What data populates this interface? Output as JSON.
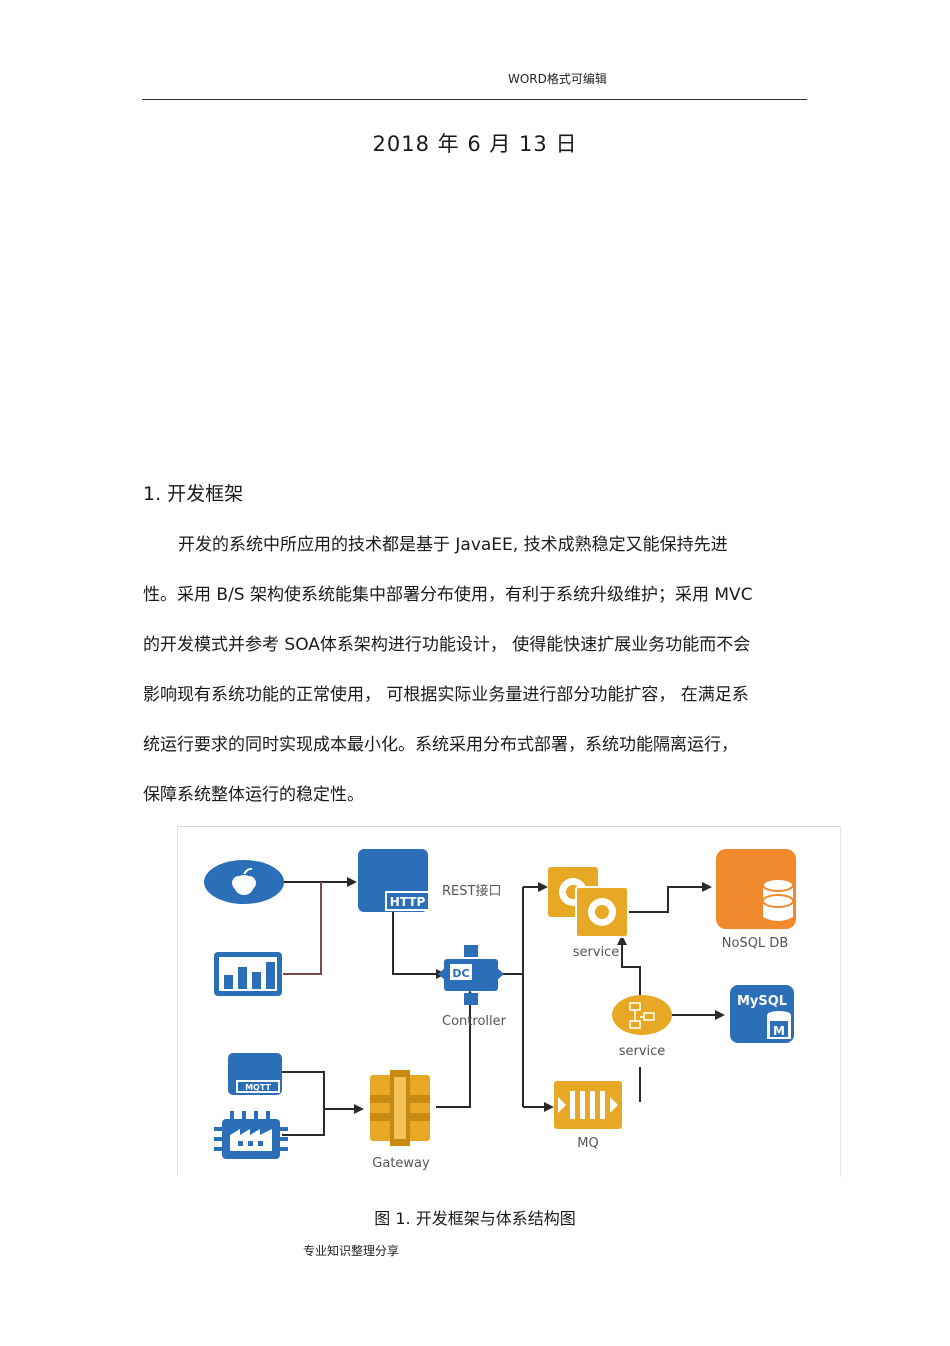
{
  "header": {
    "note": "WORD格式可编辑"
  },
  "title": {
    "date": "2018 年 6 月 13 日"
  },
  "section": {
    "heading": "1.  开发框架",
    "paragraph_lines": [
      "开发的系统中所应用的技术都是基于      JavaEE,  技术成熟稳定又能保持先进",
      "性。采用  B/S 架构使系统能集中部署分布使用，有利于系统升级维护；采用       MVC",
      "的开发模式并参考    SOA体系架构进行功能设计，  使得能快速扩展业务功能而不会",
      "影响现有系统功能的正常使用，    可根据实际业务量进行部分功能扩容，     在满足系",
      "统运行要求的同时实现成本最小化。系统采用分布式部署，系统功能隔离运行，",
      "保障系统整体运行的稳定性。"
    ]
  },
  "figure": {
    "labels": {
      "http": "HTTP",
      "rest": "REST接口",
      "dc": "DC",
      "controller": "Controller",
      "mqtt": "MQTT",
      "gateway": "Gateway",
      "service_top": "service",
      "service_mid": "service",
      "mq": "MQ",
      "nosql": "NoSQL DB",
      "mysql": "MySQL",
      "mysql_m": "M"
    },
    "colors": {
      "blue": "#2b6fb8",
      "orange": "#f08a2c",
      "gold": "#e6a825",
      "arrow": "#2a2a2a"
    }
  },
  "caption": "图 1. 开发框架与体系结构图",
  "footer": {
    "note": "专业知识整理分享"
  }
}
